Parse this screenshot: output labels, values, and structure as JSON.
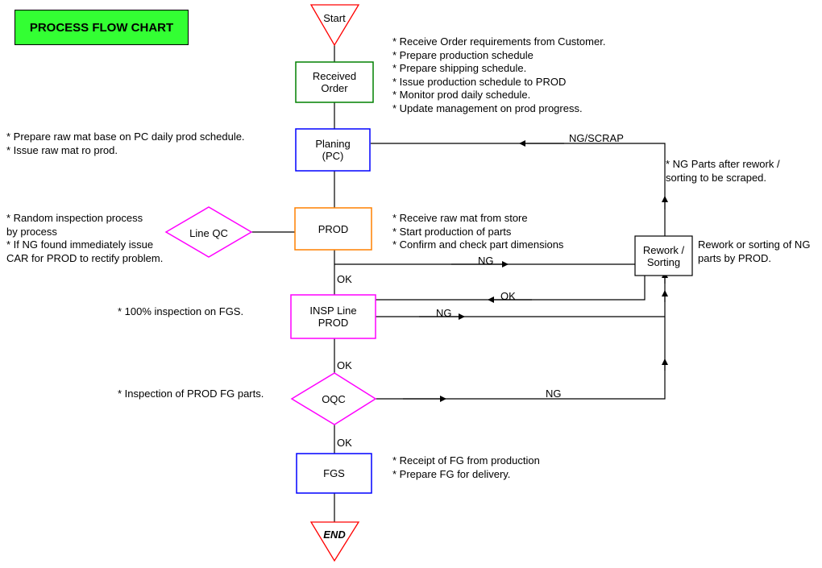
{
  "title": "PROCESS FLOW CHART",
  "nodes": {
    "start": "Start",
    "received_order": "Received\nOrder",
    "planing": "Planing\n(PC)",
    "prod": "PROD",
    "line_qc": "Line QC",
    "insp_line": "INSP Line\nPROD",
    "oqc": "OQC",
    "fgs": "FGS",
    "end": "END",
    "rework": "Rework /\nSorting"
  },
  "edge_labels": {
    "ng_scrap": "NG/SCRAP",
    "ng_prod": "NG",
    "ok_rework": "OK",
    "ng_insp": "NG",
    "ng_oqc": "NG",
    "ok_prod": "OK",
    "ok_insp": "OK",
    "ok_oqc": "OK"
  },
  "notes": {
    "received_order": [
      "* Receive Order requirements from Customer.",
      "* Prepare production schedule",
      "* Prepare shipping schedule.",
      "* Issue production schedule to PROD",
      "* Monitor prod daily schedule.",
      "* Update management on prod progress."
    ],
    "planing": [
      "* Prepare raw mat base on PC daily prod schedule.",
      "* Issue raw mat ro prod."
    ],
    "line_qc": [
      "* Random inspection process",
      "by process",
      "* If NG found immediately issue",
      "CAR for PROD to rectify problem."
    ],
    "prod": [
      "* Receive raw mat from store",
      "* Start production of parts",
      "* Confirm and check part dimensions"
    ],
    "scrap": [
      "* NG Parts after rework /",
      "sorting to be scraped."
    ],
    "rework": [
      "Rework or sorting of NG",
      "parts by PROD."
    ],
    "insp_line": [
      "* 100% inspection on FGS."
    ],
    "oqc": [
      "* Inspection of PROD FG parts."
    ],
    "fgs": [
      "* Receipt of FG from production",
      "* Prepare FG for delivery."
    ]
  },
  "colors": {
    "title_bg": "#33ff33",
    "start_end": "#ff0000",
    "received_order": "#008000",
    "planing": "#0000ff",
    "prod": "#ff8000",
    "line_qc": "#ff00ff",
    "insp_line": "#ff00ff",
    "oqc": "#ff00ff",
    "fgs": "#0000ff",
    "rework": "#000000"
  }
}
